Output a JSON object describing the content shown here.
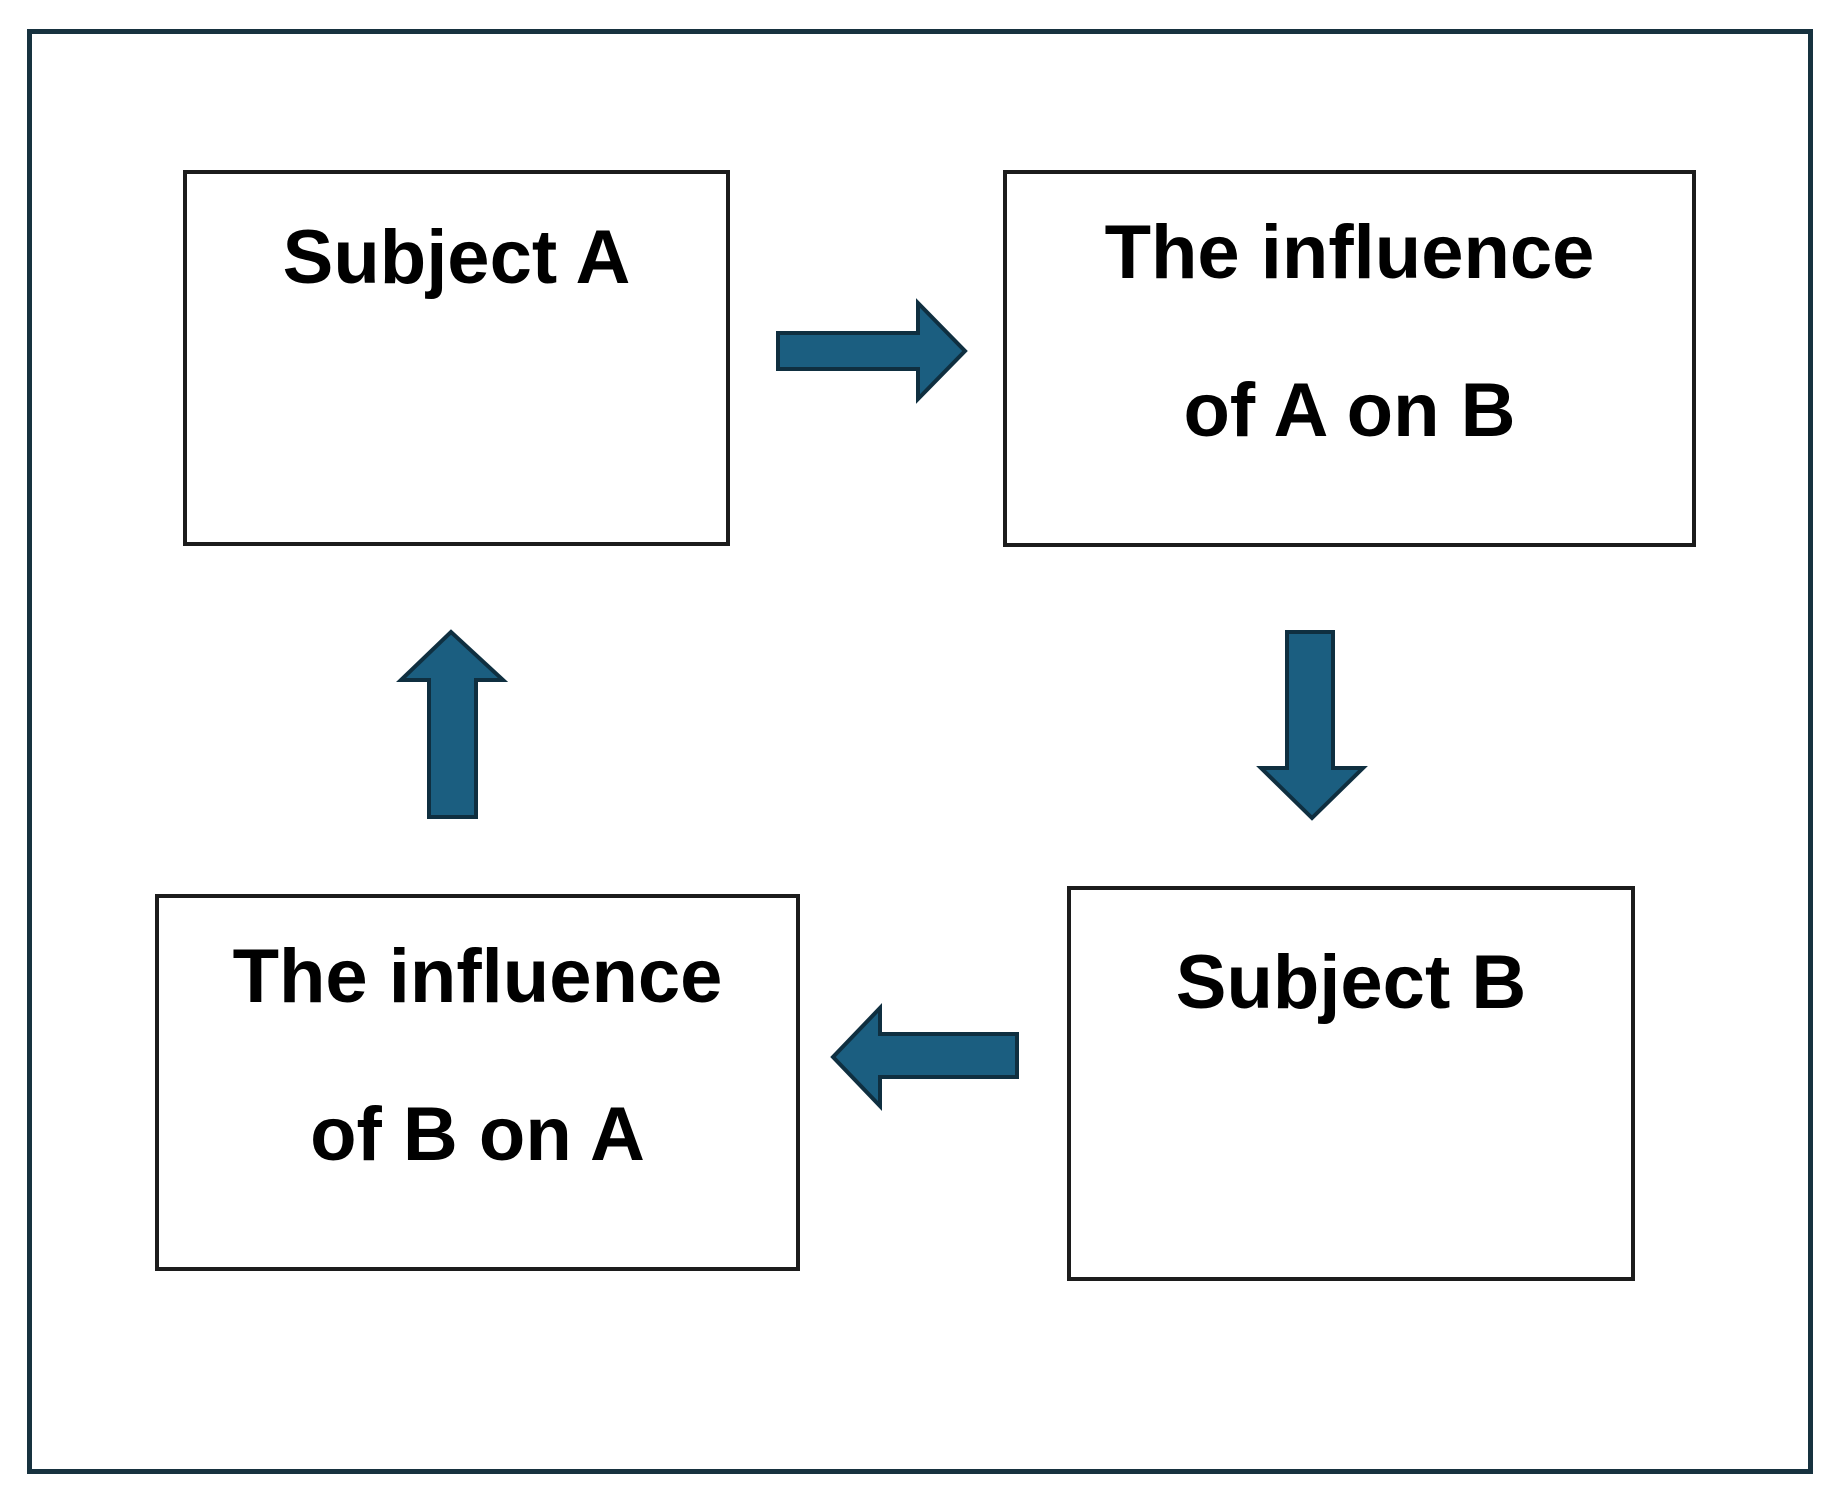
{
  "colors": {
    "frame_border": "#17323f",
    "box_border": "#1c1c1c",
    "arrow_fill": "#1b5e80",
    "arrow_stroke": "#0f2f40"
  },
  "nodes": {
    "subject_a": {
      "label": "Subject A"
    },
    "influence_a_on_b": {
      "line1": "The influence",
      "line2": "of A on B"
    },
    "subject_b": {
      "label": "Subject B"
    },
    "influence_b_on_a": {
      "line1": "The influence",
      "line2": "of B on A"
    }
  },
  "edges": [
    {
      "from": "Subject A",
      "to": "The influence of A on B",
      "direction": "right"
    },
    {
      "from": "The influence of A on B",
      "to": "Subject B",
      "direction": "down"
    },
    {
      "from": "Subject B",
      "to": "The influence of B on A",
      "direction": "left"
    },
    {
      "from": "The influence of B on A",
      "to": "Subject A",
      "direction": "up"
    }
  ]
}
